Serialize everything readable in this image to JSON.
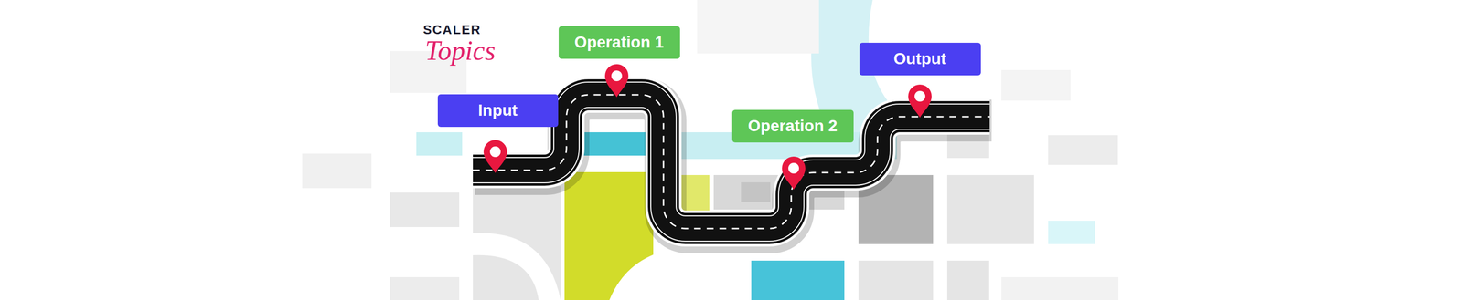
{
  "diagram": {
    "nodes": [
      {
        "text": [
          "Input"
        ]
      },
      {
        "text": [
          "Operation 1"
        ]
      },
      {
        "text": [
          "Operation 2"
        ]
      },
      {
        "text": [
          "Output"
        ]
      }
    ],
    "labels": [
      "SCALER",
      "Topics"
    ]
  }
}
